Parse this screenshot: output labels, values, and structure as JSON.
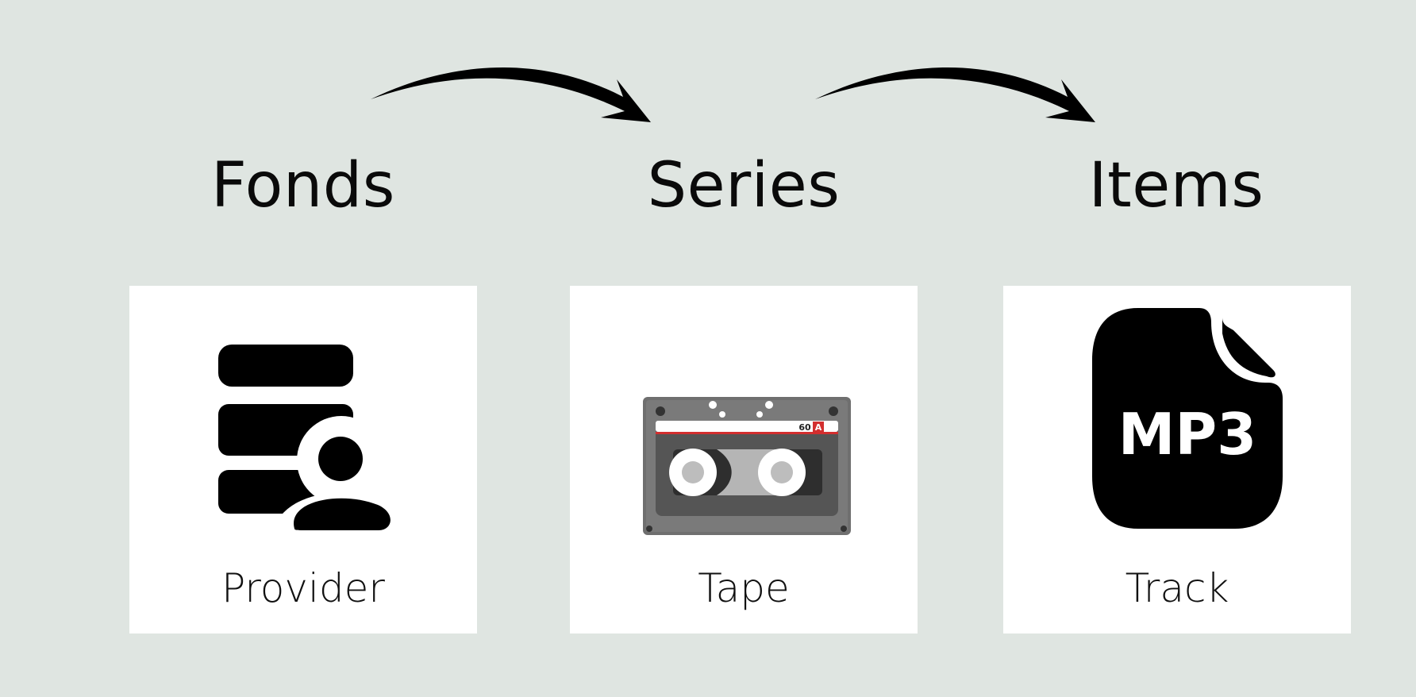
{
  "levels": [
    {
      "title": "Fonds",
      "label": "Provider",
      "icon": "database-user-icon"
    },
    {
      "title": "Series",
      "label": "Tape",
      "icon": "cassette-tape-icon"
    },
    {
      "title": "Items",
      "label": "Track",
      "icon": "mp3-file-icon"
    }
  ],
  "mp3_icon_text": "MP3",
  "cassette": {
    "side": "A",
    "length": "60"
  },
  "colors": {
    "background": "#dfe5e1",
    "card": "#ffffff",
    "ink": "#000000",
    "cassette_accent": "#d32f2f"
  }
}
